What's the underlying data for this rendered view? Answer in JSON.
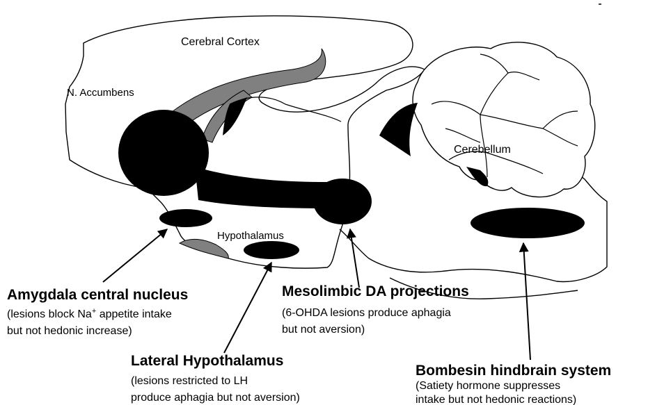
{
  "regions": {
    "cortex": "Cerebral Cortex",
    "accumbens": "N. Accumbens",
    "cerebellum": "Cerebellum",
    "hypothalamus": "Hypothalamus"
  },
  "callouts": {
    "amygdala": {
      "title": "Amygdala central nucleus",
      "line1_pre": "(lesions block Na",
      "line1_sup": "+",
      "line1_post": " appetite intake",
      "line2": "but not hedonic increase)"
    },
    "mesolimbic": {
      "title": "Mesolimbic DA projections",
      "line1": "(6-OHDA lesions produce aphagia",
      "line2": "but not aversion)"
    },
    "lateral_hypothalamus": {
      "title": "Lateral Hypothalamus",
      "line1": "(lesions restricted to LH",
      "line2": "produce aphagia but not aversion)"
    },
    "bombesin": {
      "title": "Bombesin hindbrain system",
      "line1": "(Satiety hormone suppresses",
      "line2": "intake but not hedonic reactions)"
    }
  },
  "colors": {
    "ink": "#000000",
    "pathway_grey": "#808080",
    "background": "#ffffff"
  }
}
